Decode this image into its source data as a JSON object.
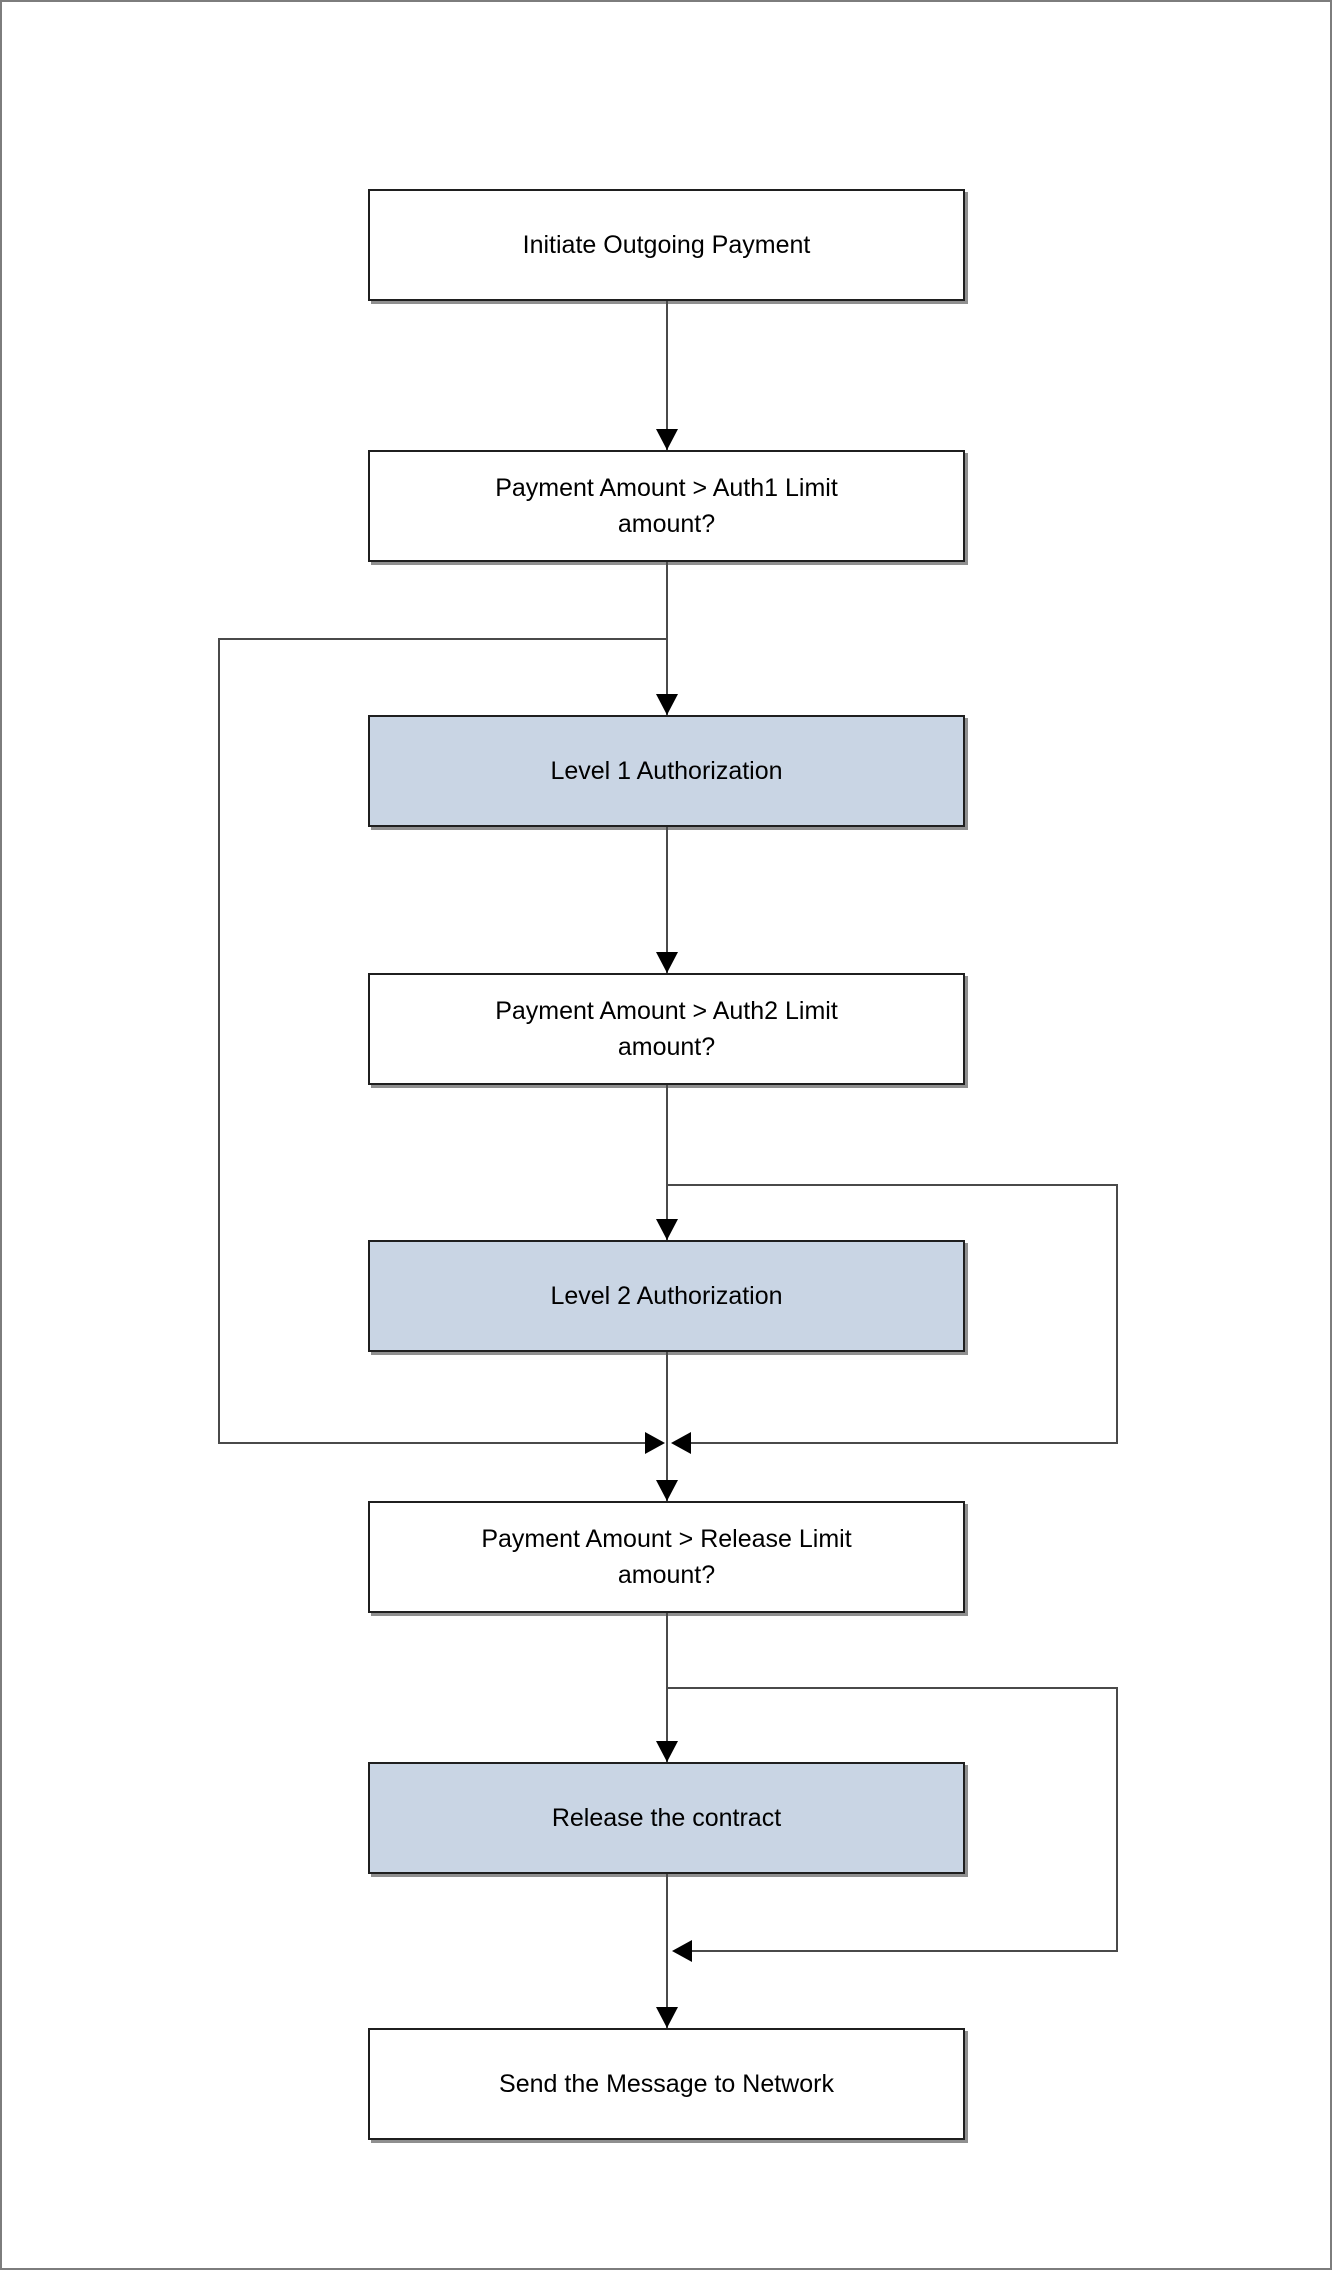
{
  "diagram_type": "flowchart",
  "colors": {
    "highlight_fill": "#c9d5e4",
    "process_fill": "#ffffff",
    "node_border": "#1f1f1f",
    "connector": "#4a4a4a",
    "arrowhead": "#000000",
    "frame_border": "#7d7d7d"
  },
  "nodes": [
    {
      "id": "initiate-outgoing-payment",
      "label": "Initiate Outgoing Payment",
      "style": "process"
    },
    {
      "id": "auth1-limit-check",
      "label": "Payment Amount > Auth1 Limit\namount?",
      "style": "process"
    },
    {
      "id": "level-1-authorization",
      "label": "Level 1 Authorization",
      "style": "highlight"
    },
    {
      "id": "auth2-limit-check",
      "label": "Payment Amount > Auth2 Limit\namount?",
      "style": "process"
    },
    {
      "id": "level-2-authorization",
      "label": "Level 2 Authorization",
      "style": "highlight"
    },
    {
      "id": "release-limit-check",
      "label": "Payment Amount > Release Limit\namount?",
      "style": "process"
    },
    {
      "id": "release-the-contract",
      "label": "Release the contract",
      "style": "highlight"
    },
    {
      "id": "send-message-to-network",
      "label": "Send the Message to Network",
      "style": "process"
    }
  ],
  "edges": [
    {
      "from": "initiate-outgoing-payment",
      "to": "auth1-limit-check",
      "route": "straight-down"
    },
    {
      "from": "auth1-limit-check",
      "to": "level-1-authorization",
      "route": "straight-down"
    },
    {
      "from": "auth1-limit-check",
      "to": "release-limit-check",
      "route": "bypass-left"
    },
    {
      "from": "level-1-authorization",
      "to": "auth2-limit-check",
      "route": "straight-down"
    },
    {
      "from": "auth2-limit-check",
      "to": "level-2-authorization",
      "route": "straight-down"
    },
    {
      "from": "auth2-limit-check",
      "to": "release-limit-check",
      "route": "bypass-right"
    },
    {
      "from": "level-2-authorization",
      "to": "release-limit-check",
      "route": "straight-down"
    },
    {
      "from": "release-limit-check",
      "to": "release-the-contract",
      "route": "straight-down"
    },
    {
      "from": "release-limit-check",
      "to": "send-message-to-network",
      "route": "bypass-right"
    },
    {
      "from": "release-the-contract",
      "to": "send-message-to-network",
      "route": "straight-down"
    }
  ]
}
